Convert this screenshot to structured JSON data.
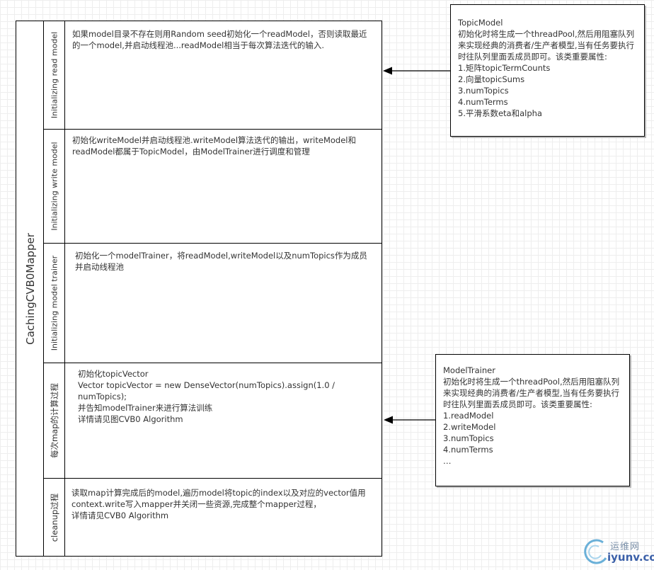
{
  "pool": {
    "title": "CachingCVB0Mapper"
  },
  "lanes": [
    {
      "label": "Initializing read model",
      "text": "如果model目录不存在则用Random seed初始化一个readModel，否则读取最近的一个model,并启动线程池...readModel相当于每次算法迭代的输入."
    },
    {
      "label": "Initializing write model",
      "text": "初始化writeModel并启动线程池.writeModel算法迭代的输出，writeModel和readModel都属于TopicModel，由ModelTrainer进行调度和管理"
    },
    {
      "label": "Initializing model trainer",
      "text": "初始化一个modelTrainer，将readModel,writeModel以及numTopics作为成员并启动线程池"
    },
    {
      "label": "每次map的计算过程",
      "text": "初始化topicVector\nVector topicVector = new DenseVector(numTopics).assign(1.0 / numTopics);\n并告知modelTrainer来进行算法训练\n详情请见图CVB0 Algorithm"
    },
    {
      "label": "cleanup过程",
      "text": "读取map计算完成后的model,遍历model将topic的index以及对应的vector值用context.write写入mapper并关闭一些资源,完成整个mapper过程，\n详情请见CVB0 Algorithm"
    }
  ],
  "notes": [
    {
      "text": "TopicModel\n初始化时将生成一个threadPool,然后用阻塞队列来实现经典的消费者/生产者模型,当有任务要执行时往队列里面丢成员即可。该类重要属性:\n1.矩阵topicTermCounts\n2.向量topicSums\n3.numTopics\n4.numTerms\n5.平滑系数eta和alpha"
    },
    {
      "text": "ModelTrainer\n初始化时将生成一个threadPool,然后用阻塞队列来实现经典的消费者/生产者模型,当有任务要执行时往队列里面丢成员即可。该类重要属性:\n1.readModel\n2.writeModel\n3.numTopics\n4.numTerms\n…"
    }
  ],
  "watermark": {
    "cn": "运维网",
    "en": "iyunv.com"
  }
}
